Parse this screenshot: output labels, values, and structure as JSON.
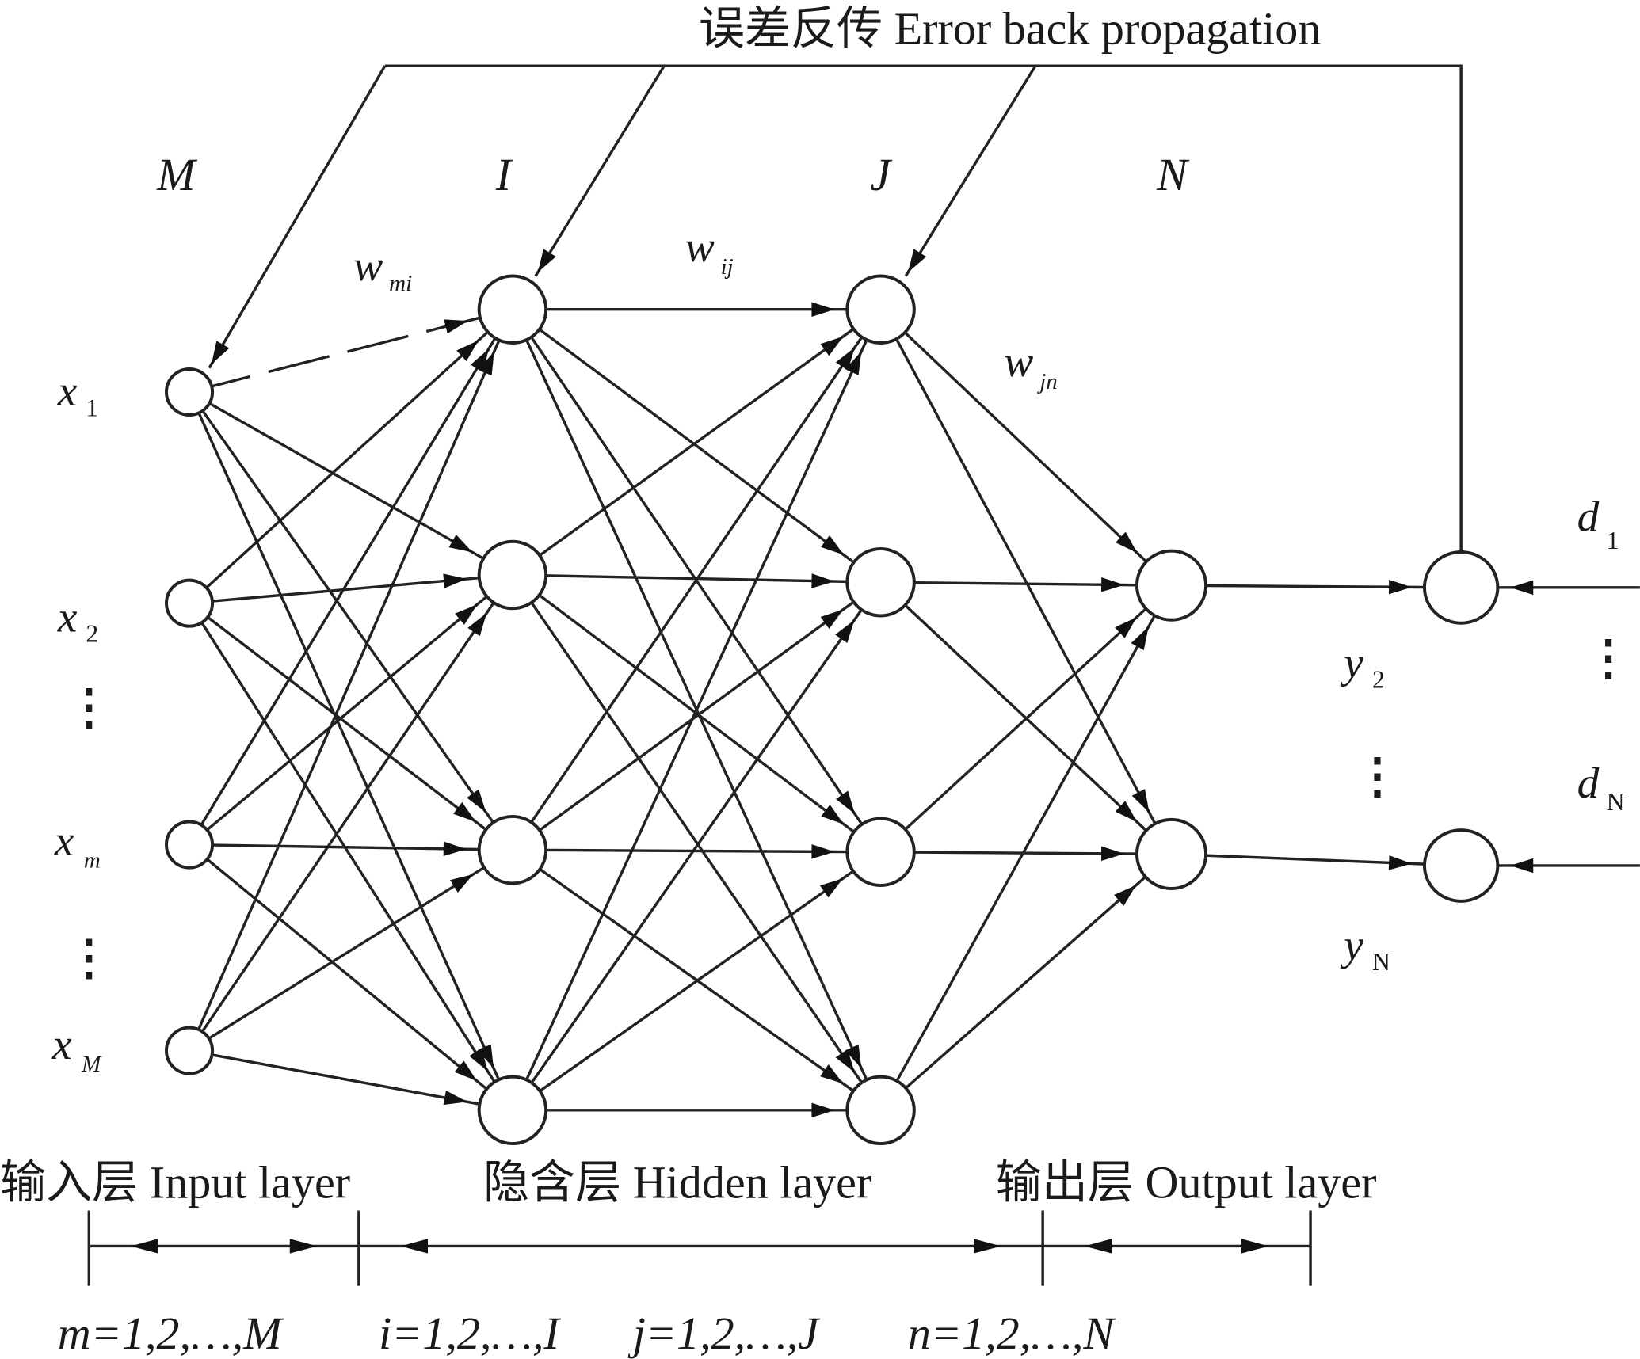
{
  "title": "误差反传 Error back propagation",
  "layer_symbols": {
    "input": "M",
    "hidden_i": "I",
    "hidden_j": "J",
    "output": "N"
  },
  "weights": {
    "mi": {
      "base": "w",
      "sub": "mi"
    },
    "ij": {
      "base": "w",
      "sub": "ij"
    },
    "jn": {
      "base": "w",
      "sub": "jn"
    }
  },
  "inputs": [
    {
      "base": "x",
      "sub": "1"
    },
    {
      "base": "x",
      "sub": "2"
    },
    {
      "base": "x",
      "sub": "m"
    },
    {
      "base": "x",
      "sub": "M"
    }
  ],
  "outputs": [
    {
      "base": "y",
      "sub": "2"
    },
    {
      "base": "y",
      "sub": "N"
    }
  ],
  "targets": [
    {
      "base": "d",
      "sub": "1"
    },
    {
      "base": "d",
      "sub": "N"
    }
  ],
  "ellipsis": "⋮",
  "layer_labels": {
    "input": "输入层 Input layer",
    "hidden": "隐含层 Hidden layer",
    "output": "输出层 Output layer"
  },
  "ranges": {
    "m": "m=1,2,…,M",
    "i": "i=1,2,…,I",
    "j": "j=1,2,…,J",
    "n": "n=1,2,…,N"
  }
}
